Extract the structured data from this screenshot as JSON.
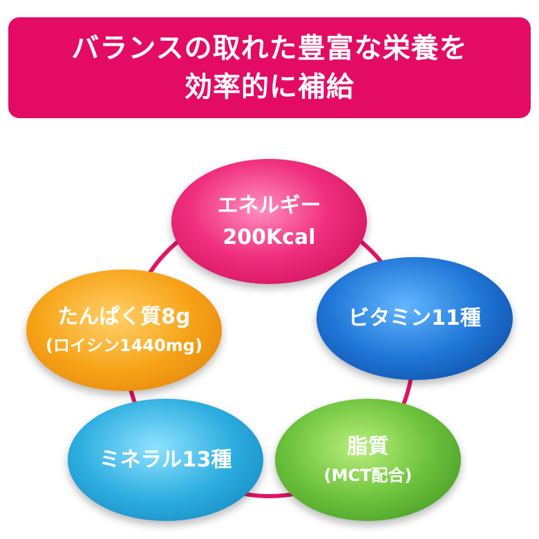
{
  "header": {
    "line1": "バランスの取れた豊富な栄養を",
    "line2": "効率的に補給"
  },
  "colors": {
    "banner": "#e30b63",
    "ring": "#e01563",
    "energy": "#e8156b",
    "vitamin": "#1a69c8",
    "fat": "#62b832",
    "mineral": "#23a7dc",
    "protein": "#f39a15"
  },
  "nodes": {
    "energy": {
      "line1": "エネルギー",
      "line2": "200Kcal"
    },
    "vitamin": {
      "line1": "ビタミン11種"
    },
    "fat": {
      "line1": "脂質",
      "line2": "(MCT配合)"
    },
    "mineral": {
      "line1": "ミネラル13種"
    },
    "protein": {
      "line1": "たんぱく質8g",
      "line2": "(ロイシン1440mg)"
    }
  }
}
